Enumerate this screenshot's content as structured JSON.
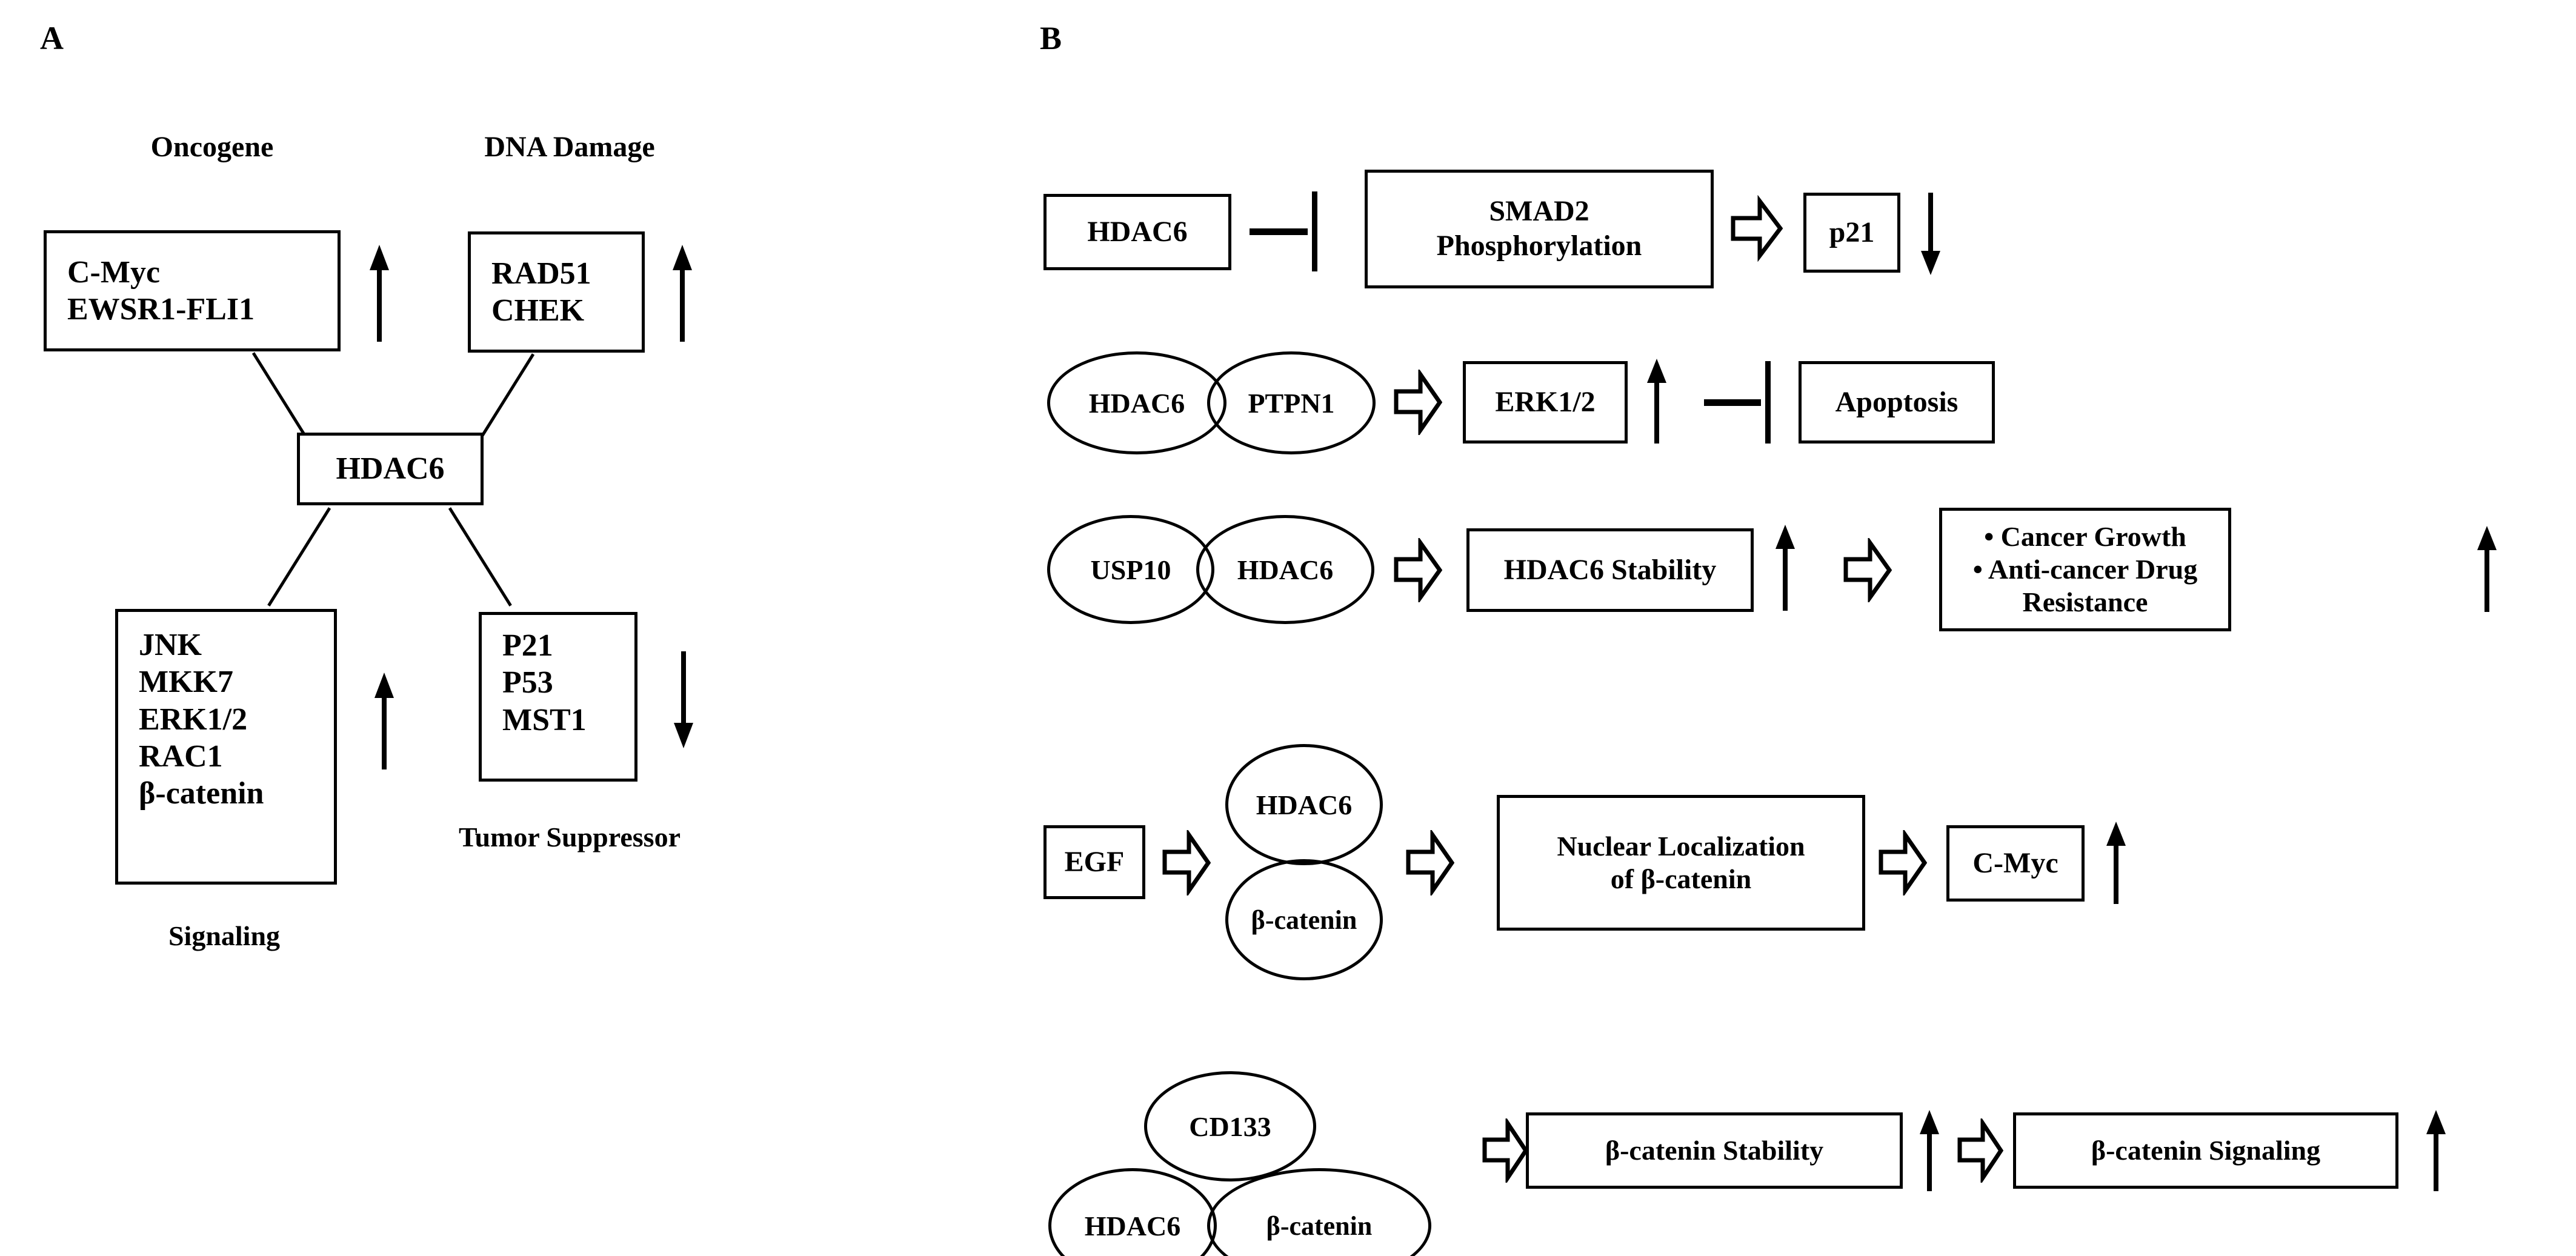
{
  "figure": {
    "panels": [
      {
        "id": "A",
        "label": "A"
      },
      {
        "id": "B",
        "label": "B"
      }
    ]
  },
  "panel_a": {
    "label": "A",
    "headers": {
      "oncogene": "Oncogene",
      "dna_damage": "DNA Damage"
    },
    "footers": {
      "signaling": "Signaling",
      "tumor_suppressor": "Tumor Suppressor"
    },
    "nodes": {
      "oncogene_box": {
        "line1": "C-Myc",
        "line2": "EWSR1-FLI1"
      },
      "dna_damage_box": {
        "line1": "RAD51",
        "line2": "CHEK"
      },
      "hub": {
        "label": "HDAC6"
      },
      "signaling_box": {
        "lines": [
          "JNK",
          "MKK7",
          "ERK1/2",
          "RAC1",
          "β-catenin"
        ]
      },
      "tumor_suppressor_box": {
        "lines": [
          "P21",
          "P53",
          "MST1"
        ]
      }
    },
    "regulation": {
      "oncogene_arrow": "up",
      "dna_damage_arrow": "up",
      "signaling_arrow": "up",
      "tumor_suppressor_arrow": "down"
    }
  },
  "panel_b": {
    "label": "B",
    "rows": [
      {
        "id": "row-smad2",
        "nodes": {
          "source": "HDAC6",
          "target_line1": "SMAD2",
          "target_line2": "Phosphorylation",
          "outcome": "p21"
        },
        "relations": {
          "source_to_target": "inhibition",
          "target_to_outcome": "activation"
        },
        "outcome_arrow": "down"
      },
      {
        "id": "row-erk",
        "nodes": {
          "complex": [
            "HDAC6",
            "PTPN1"
          ],
          "target": "ERK1/2",
          "outcome": "Apoptosis"
        },
        "relations": {
          "complex_to_target": "activation",
          "target_to_outcome": "inhibition"
        },
        "target_arrow": "up"
      },
      {
        "id": "row-usp10",
        "nodes": {
          "complex": [
            "USP10",
            "HDAC6"
          ],
          "target": "HDAC6 Stability",
          "outcome_bullets": [
            "• Cancer Growth",
            "• Anti-cancer Drug Resistance"
          ]
        },
        "relations": {
          "complex_to_target": "activation",
          "target_to_outcome": "activation"
        },
        "target_arrow": "up",
        "outcome_arrow": "up"
      },
      {
        "id": "row-egf",
        "nodes": {
          "stimulus": "EGF",
          "complex": [
            "HDAC6",
            "β-catenin"
          ],
          "target_line1": "Nuclear Localization",
          "target_line2": "of β-catenin",
          "outcome": "C-Myc"
        },
        "relations": {
          "stimulus_to_complex": "activation",
          "complex_to_target": "activation",
          "target_to_outcome": "activation"
        },
        "outcome_arrow": "up"
      },
      {
        "id": "row-cd133",
        "nodes": {
          "complex": [
            "CD133",
            "HDAC6",
            "β-catenin"
          ],
          "target": "β-catenin Stability",
          "outcome": "β-catenin Signaling"
        },
        "relations": {
          "complex_to_target": "activation",
          "target_to_outcome": "activation"
        },
        "target_arrow": "up",
        "outcome_arrow": "up"
      }
    ]
  },
  "style": {
    "stroke_color": "#000000",
    "background_color": "#ffffff"
  }
}
